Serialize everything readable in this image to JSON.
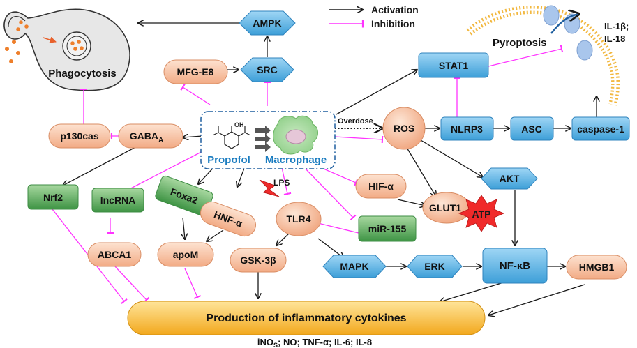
{
  "legend": {
    "activation": "Activation",
    "inhibition": "Inhibition"
  },
  "center": {
    "drug": "Propofol",
    "cell": "Macrophage",
    "overdose": "Overdose"
  },
  "nodes": {
    "ampk": "AMPK",
    "src": "SRC",
    "mfge8": "MFG-E8",
    "phagocytosis": "Phagocytosis",
    "p130cas": "p130cas",
    "gaba_main": "GABA",
    "gaba_sub": "A",
    "nrf2": "Nrf2",
    "lncrna": "lncRNA",
    "abca1": "ABCA1",
    "foxa2": "Foxa2",
    "hnf": "HNF-α",
    "apom": "apoM",
    "lps": "LPS",
    "tlr4": "TLR4",
    "gsk": "GSK-3β",
    "hif": "HIF-α",
    "mir155": "miR-155",
    "ros": "ROS",
    "nlrp3": "NLRP3",
    "asc": "ASC",
    "caspase1": "caspase-1",
    "stat1": "STAT1",
    "pyroptosis": "Pyroptosis",
    "il1b": "IL-1β;",
    "il18": "IL-18",
    "akt": "AKT",
    "glut1": "GLUT1",
    "atp": "ATP",
    "mapk": "MAPK",
    "erk": "ERK",
    "nfkb": "NF-κB",
    "hmgb1": "HMGB1",
    "production": "Production of inflammatory cytokines",
    "cytokines_main": "iNO",
    "cytokines_sub": "S",
    "cytokines_rest": "; NO; TNF-α; IL-6; IL-8"
  },
  "colors": {
    "activation": "#1a1a1a",
    "inhibition": "#ff33ff",
    "peach": "#f6c0a0",
    "blue": "#56b4e6",
    "green": "#4fa64f",
    "gold": "#f6b323",
    "propofol_text": "#1a7cc0"
  }
}
